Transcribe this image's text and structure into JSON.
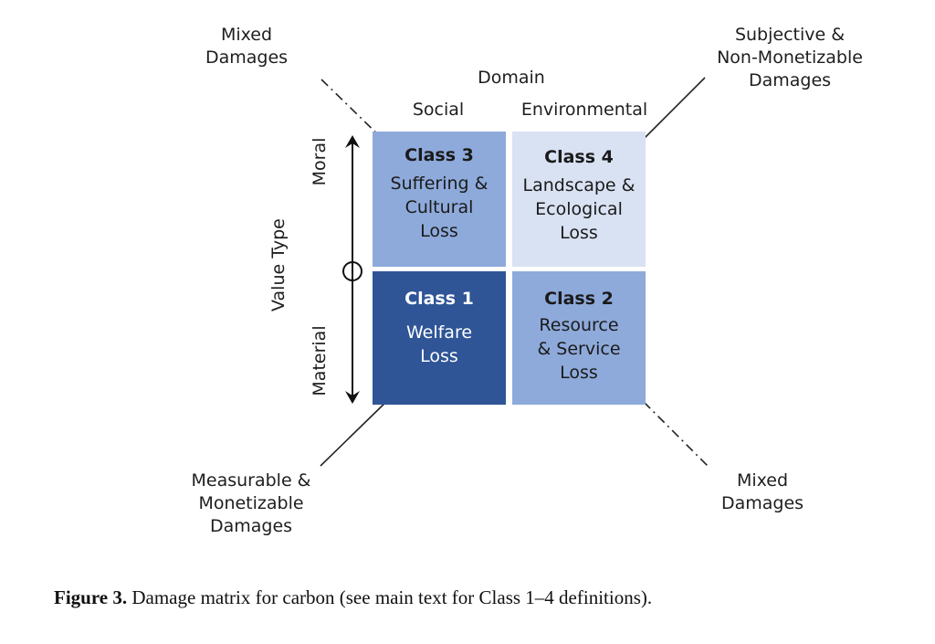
{
  "figure": {
    "domain_header": "Domain",
    "domain_columns": [
      "Social",
      "Environmental"
    ],
    "value_axis_label": "Value Type",
    "value_axis_ends": {
      "top": "Moral",
      "bottom": "Material"
    },
    "corner_labels": {
      "top_left": "Mixed\nDamages",
      "top_right": "Subjective &\nNon-Monetizable\nDamages",
      "bottom_left": "Measurable &\nMonetizable\nDamages",
      "bottom_right": "Mixed\nDamages"
    },
    "cells": [
      {
        "position": "moral-social",
        "title": "Class 3",
        "description": "Suffering &\nCultural\nLoss",
        "color": "#8eaadb",
        "text_color": "#1a1a1a"
      },
      {
        "position": "moral-environmental",
        "title": "Class 4",
        "description": "Landscape &\nEcological\nLoss",
        "color": "#d9e2f3",
        "text_color": "#1a1a1a"
      },
      {
        "position": "material-social",
        "title": "Class 1",
        "description": "Welfare\nLoss",
        "color": "#2f5597",
        "text_color": "#ffffff"
      },
      {
        "position": "material-environmental",
        "title": "Class 2",
        "description": "Resource\n& Service\nLoss",
        "color": "#8eaadb",
        "text_color": "#1a1a1a"
      }
    ]
  },
  "caption": {
    "label": "Figure 3.",
    "text": " Damage matrix for carbon (see main text for Class 1–4 definitions)."
  }
}
